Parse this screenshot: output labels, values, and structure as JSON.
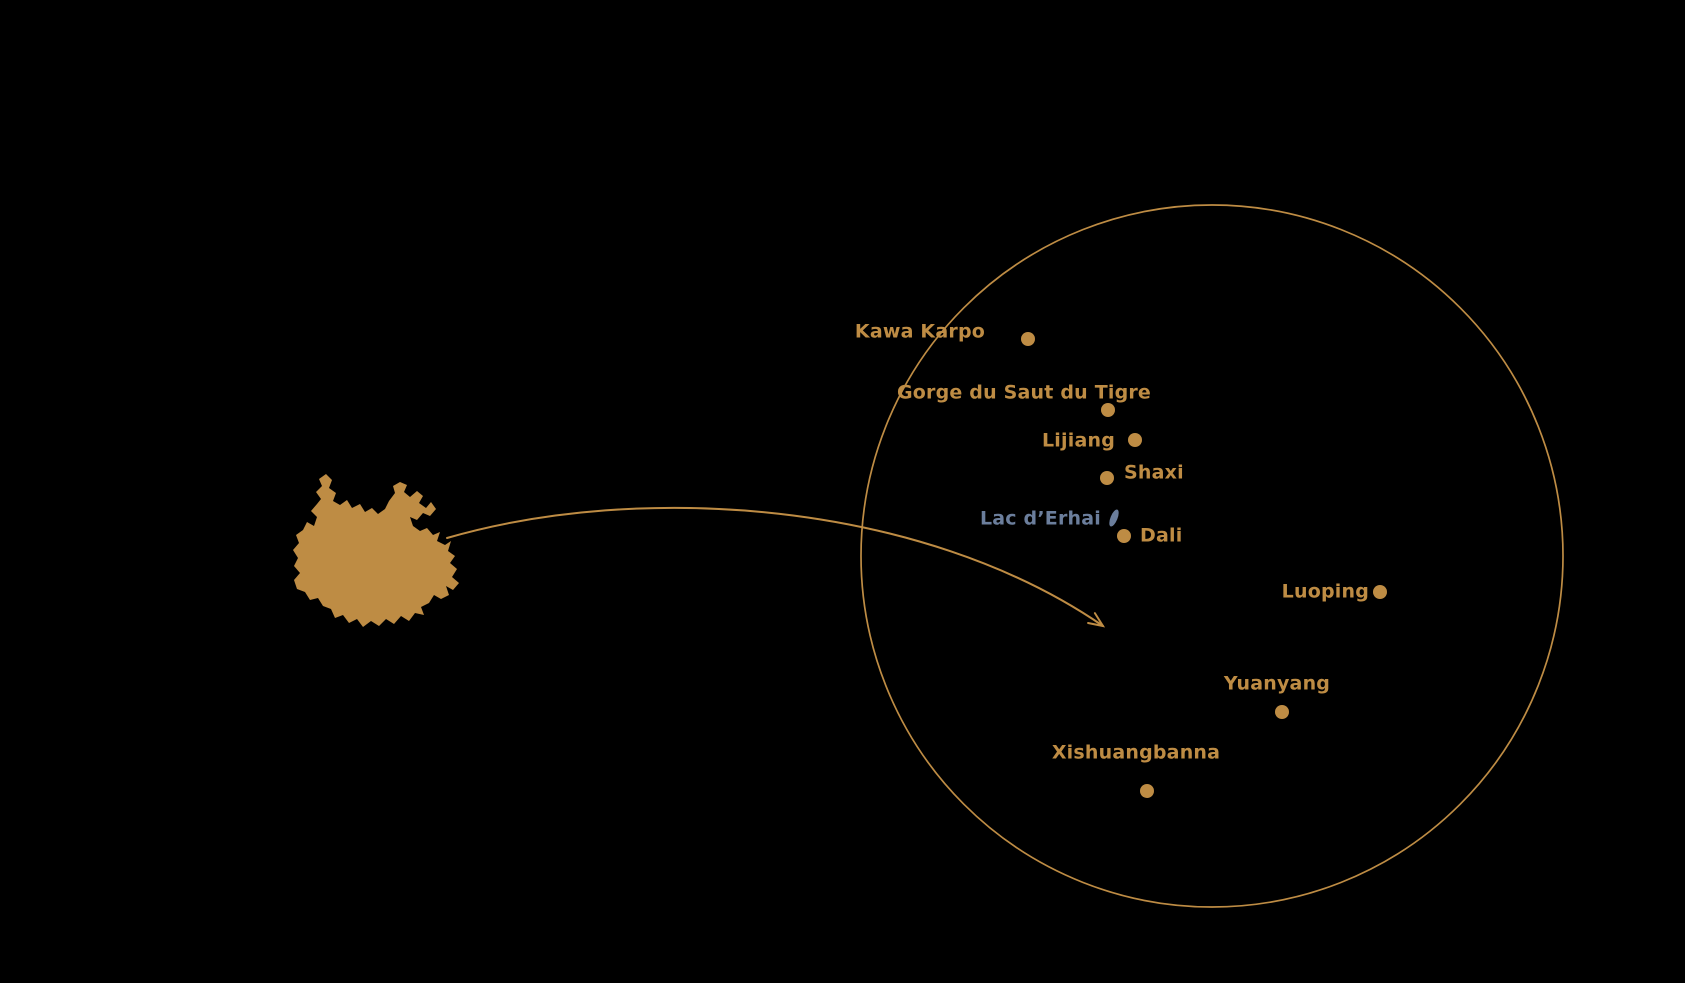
{
  "colors": {
    "background": "#000000",
    "accent": "#be8c44",
    "lake": "#6b7e9c"
  },
  "map": {
    "locations": [
      {
        "name": "Kawa Karpo"
      },
      {
        "name": "Gorge du Saut du Tigre"
      },
      {
        "name": "Lijiang"
      },
      {
        "name": "Shaxi"
      },
      {
        "name": "Lac d’Erhai"
      },
      {
        "name": "Dali"
      },
      {
        "name": "Luoping"
      },
      {
        "name": "Yuanyang"
      },
      {
        "name": "Xishuangbanna"
      }
    ]
  }
}
